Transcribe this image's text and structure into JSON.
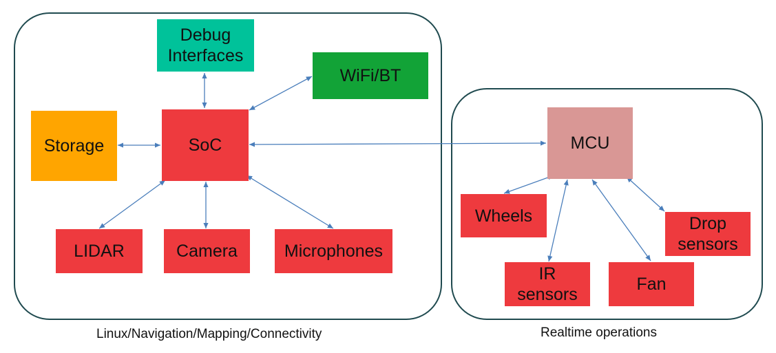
{
  "groups": {
    "linux": {
      "caption": "Linux/Navigation/Mapping/Connectivity"
    },
    "realtime": {
      "caption": "Realtime operations"
    }
  },
  "nodes": {
    "debug": {
      "label": "Debug\nInterfaces",
      "color": "#00c29a"
    },
    "wifi": {
      "label": "WiFi/BT",
      "color": "#12a337"
    },
    "storage": {
      "label": "Storage",
      "color": "#ffa500"
    },
    "soc": {
      "label": "SoC",
      "color": "#ee3a3e"
    },
    "lidar": {
      "label": "LIDAR",
      "color": "#ee3a3e"
    },
    "camera": {
      "label": "Camera",
      "color": "#ee3a3e"
    },
    "microphones": {
      "label": "Microphones",
      "color": "#ee3a3e"
    },
    "mcu": {
      "label": "MCU",
      "color": "#d99795"
    },
    "wheels": {
      "label": "Wheels",
      "color": "#ee3a3e"
    },
    "ir": {
      "label": "IR\nsensors",
      "color": "#ee3a3e"
    },
    "fan": {
      "label": "Fan",
      "color": "#ee3a3e"
    },
    "drop": {
      "label": "Drop\nsensors",
      "color": "#ee3a3e"
    }
  },
  "connections": [
    [
      "soc",
      "debug"
    ],
    [
      "soc",
      "wifi"
    ],
    [
      "soc",
      "storage"
    ],
    [
      "soc",
      "lidar"
    ],
    [
      "soc",
      "camera"
    ],
    [
      "soc",
      "microphones"
    ],
    [
      "soc",
      "mcu"
    ],
    [
      "mcu",
      "wheels"
    ],
    [
      "mcu",
      "ir"
    ],
    [
      "mcu",
      "fan"
    ],
    [
      "mcu",
      "drop"
    ]
  ],
  "colors": {
    "arrow": "#4a7ebb",
    "border": "#1f4a4f"
  }
}
